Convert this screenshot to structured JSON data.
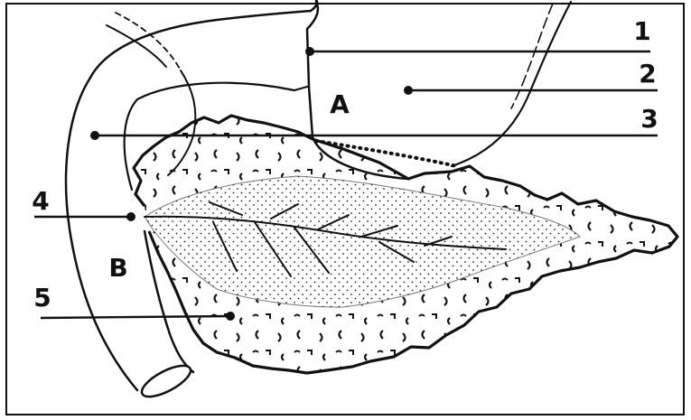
{
  "labels": {
    "label_1": "1",
    "label_2": "2",
    "label_3": "3",
    "label_4": "4",
    "label_5": "5",
    "region_a": "A",
    "region_b": "B"
  }
}
